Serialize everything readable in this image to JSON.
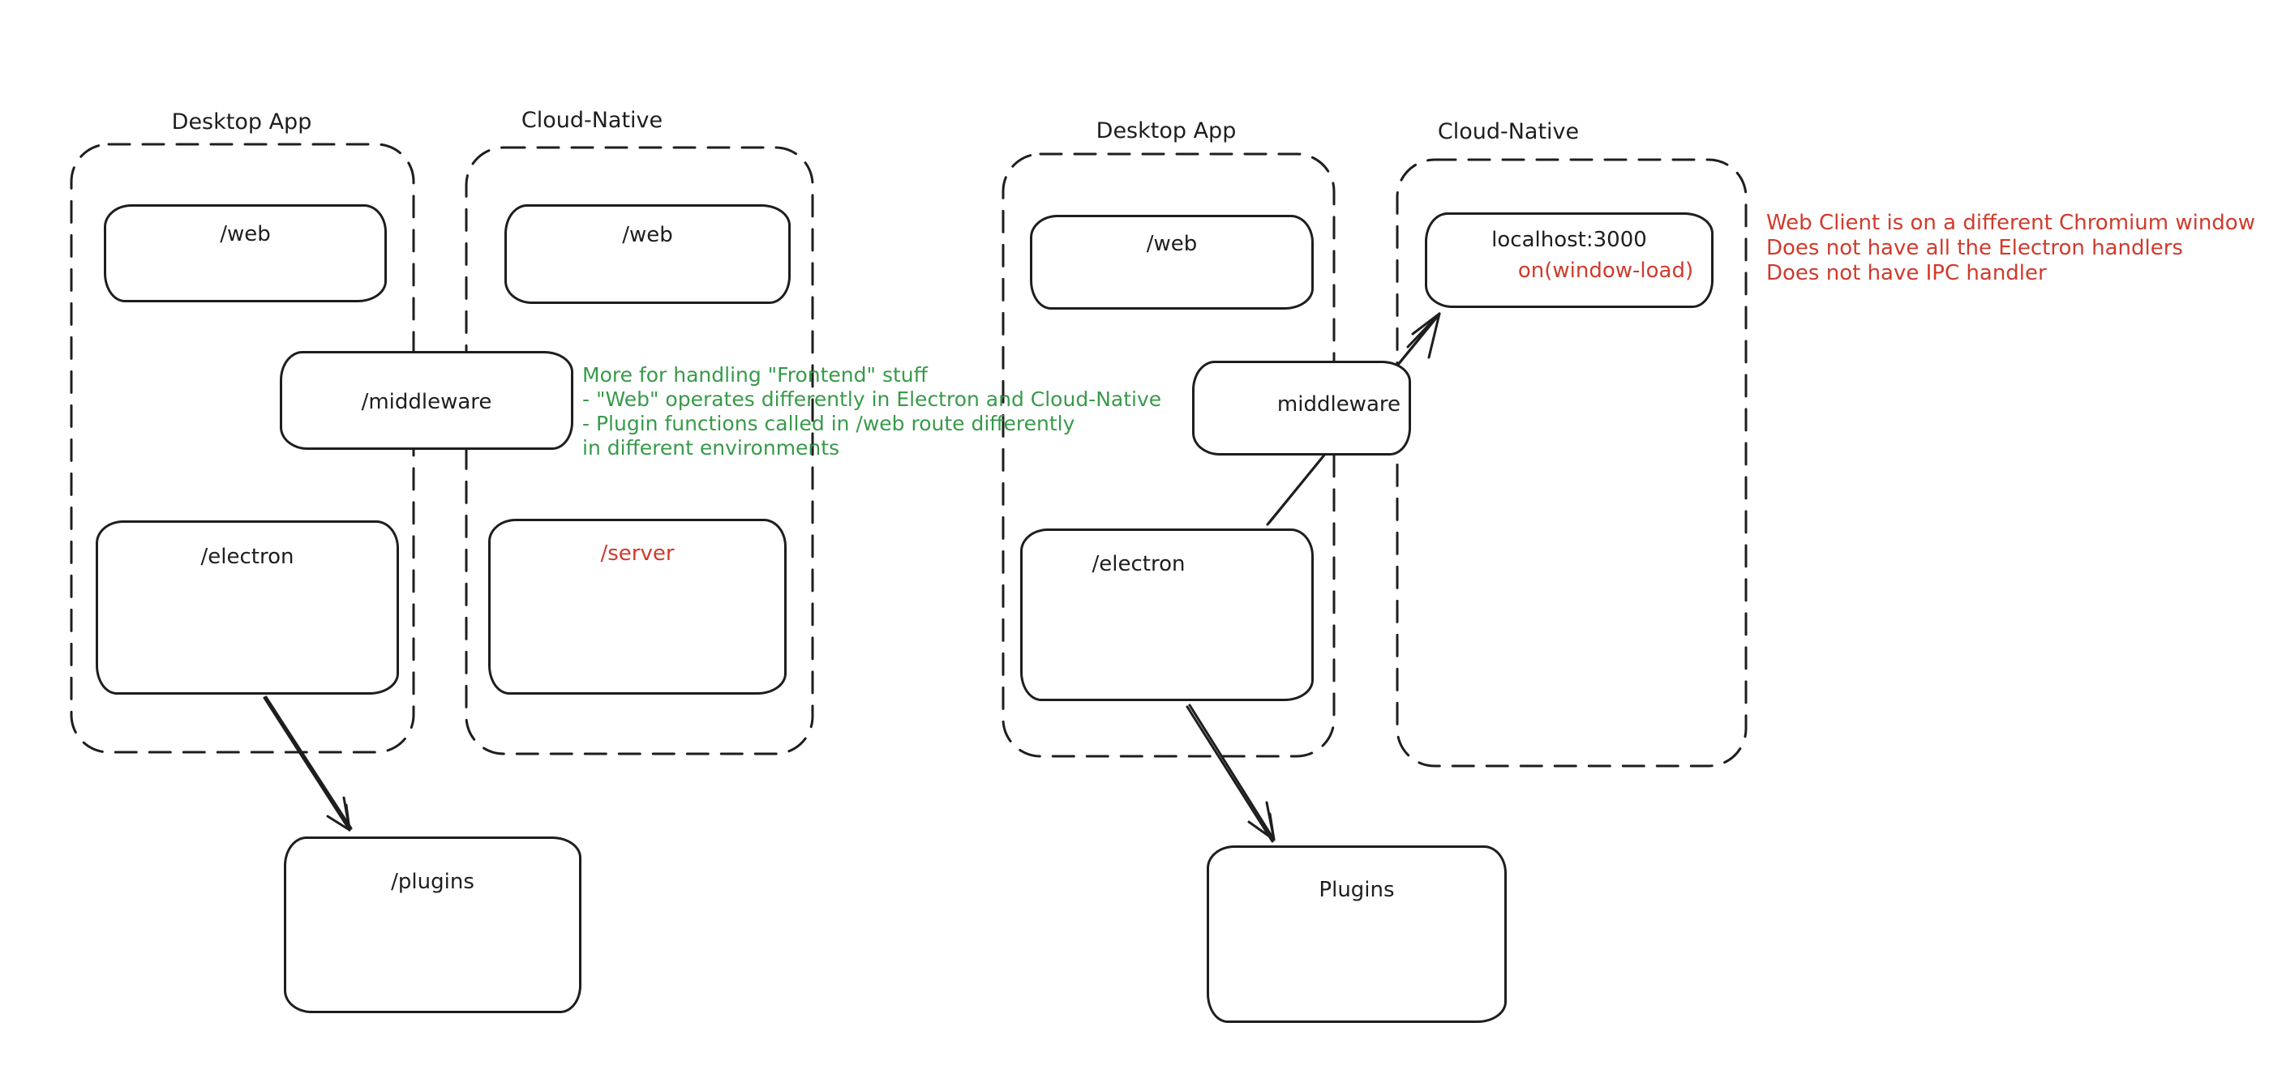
{
  "colors": {
    "ink": "#1e1e1e",
    "green": "#389a4a",
    "red": "#cf3b2d",
    "background": "#ffffff"
  },
  "left_diagram": {
    "desktop": {
      "title": "Desktop App",
      "web": "/web",
      "electron": "/electron"
    },
    "cloud": {
      "title": "Cloud-Native",
      "web": "/web",
      "server": "/server"
    },
    "middleware_label": "/middleware",
    "plugins_label": "/plugins",
    "green_note": {
      "lines": [
        "More for handling \"Frontend\" stuff",
        "- \"Web\" operates differently in Electron and Cloud-Native",
        "- Plugin functions called in /web route differently",
        "in different environments"
      ]
    }
  },
  "right_diagram": {
    "desktop": {
      "title": "Desktop App",
      "web": "/web",
      "electron": "/electron"
    },
    "cloud": {
      "title": "Cloud-Native",
      "localhost_title": "localhost:3000",
      "localhost_event": "on(window-load)"
    },
    "middleware_label": "middleware",
    "plugins_label": "Plugins",
    "red_note": {
      "lines": [
        "Web Client is on a different Chromium window",
        "Does not have all the Electron handlers",
        "Does not have IPC handler"
      ]
    }
  }
}
